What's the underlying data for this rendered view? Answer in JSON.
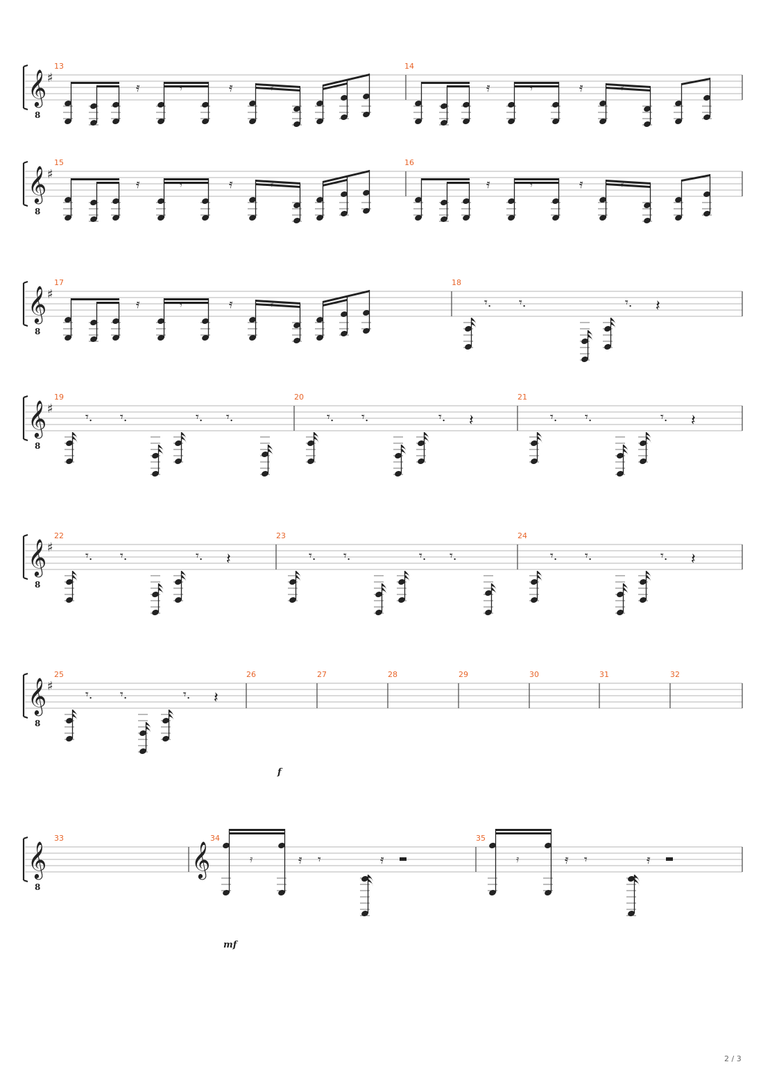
{
  "page": {
    "page_number": "2 / 3"
  },
  "clef": {
    "octave_marking": "8"
  },
  "symbols": {
    "treble_clef": "𝄞",
    "sharp": "♯",
    "sixteenth_rest": "𝄿",
    "eighth_rest": "𝄾",
    "quarter_rest": "𝄽",
    "dot": "."
  },
  "dynamics": {
    "forte": "f",
    "mezzo_forte": "mf"
  },
  "systems": [
    {
      "key_signature": "1 sharp",
      "measures": [
        "13",
        "14"
      ]
    },
    {
      "key_signature": "1 sharp",
      "measures": [
        "15",
        "16"
      ]
    },
    {
      "key_signature": "1 sharp",
      "measures": [
        "17",
        "18"
      ]
    },
    {
      "key_signature": "1 sharp",
      "measures": [
        "19",
        "20",
        "21"
      ]
    },
    {
      "key_signature": "1 sharp",
      "measures": [
        "22",
        "23",
        "24"
      ]
    },
    {
      "key_signature": "1 sharp",
      "measures": [
        "25",
        "26",
        "27",
        "28",
        "29",
        "30",
        "31",
        "32"
      ]
    },
    {
      "key_signature": "none",
      "measures": [
        "33",
        "34",
        "35"
      ]
    }
  ]
}
